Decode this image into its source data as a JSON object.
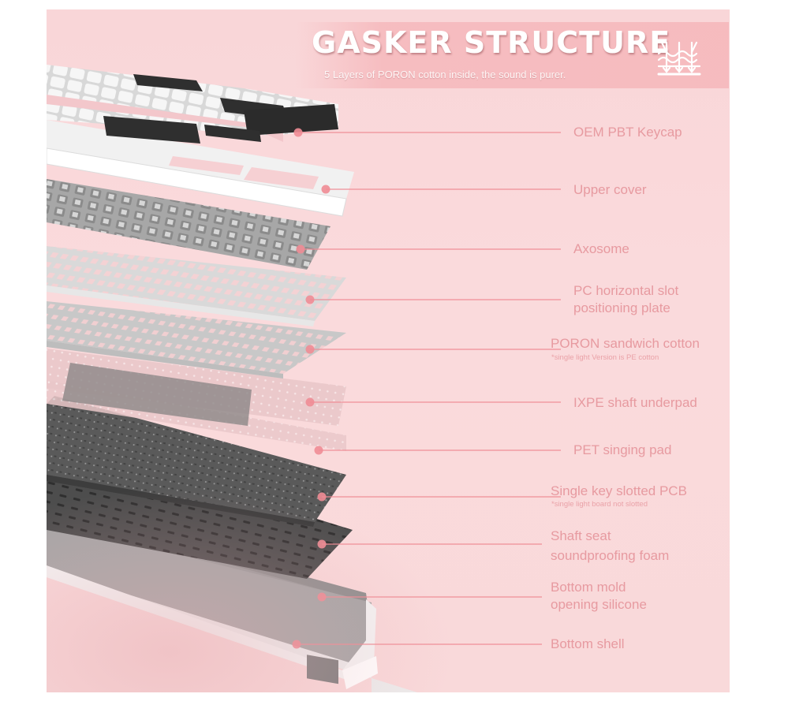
{
  "header": {
    "title": "GASKER STRUCTURE",
    "subtitle": "5 Layers of PORON cotton inside, the sound is purer.",
    "icon": "gasket-cushion-icon"
  },
  "colors": {
    "background": "#f9d8da",
    "accent": "#f08c95",
    "label_text": "#e79aa0",
    "title_text": "#ffffff"
  },
  "layers": [
    {
      "id": "keycap",
      "label": "OEM PBT Keycap"
    },
    {
      "id": "upper-cover",
      "label": "Upper cover"
    },
    {
      "id": "axosome",
      "label": "Axosome"
    },
    {
      "id": "pc-plate",
      "label_line1": "PC horizontal slot",
      "label_line2": "positioning plate"
    },
    {
      "id": "poron-cotton",
      "label": "PORON sandwich cotton",
      "note": "*single light Version is PE cotton"
    },
    {
      "id": "ixpe-underpad",
      "label": "IXPE shaft underpad"
    },
    {
      "id": "pet-pad",
      "label": "PET singing pad"
    },
    {
      "id": "pcb",
      "label": "Single key slotted PCB",
      "note": "*single light board not slotted"
    },
    {
      "id": "seat-foam",
      "label_line1": "Shaft seat",
      "label_line2": "soundproofing foam"
    },
    {
      "id": "bottom-silicone",
      "label_line1": "Bottom mold",
      "label_line2": "opening silicone"
    },
    {
      "id": "bottom-shell",
      "label": "Bottom shell"
    }
  ]
}
